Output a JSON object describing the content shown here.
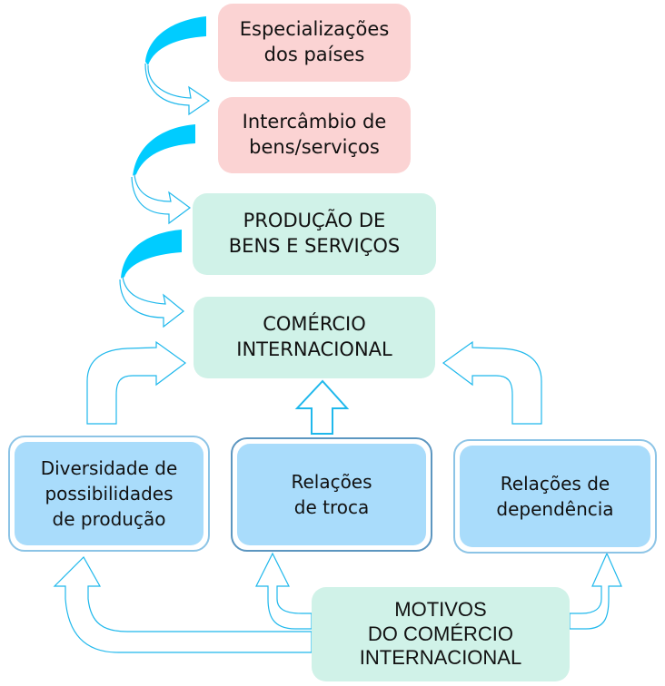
{
  "diagram": {
    "top_chain": [
      {
        "id": "especializacoes",
        "label": "Especializações\ndos países",
        "color": "#fbd3d3"
      },
      {
        "id": "intercambio",
        "label": "Intercâmbio de\nbens/serviços",
        "color": "#fbd3d3"
      },
      {
        "id": "producao",
        "label": "PRODUÇÃO DE\nBENS E SERVIÇOS",
        "color": "#d0f2e8"
      },
      {
        "id": "comercio",
        "label": "COMÉRCIO\nINTERNACIONAL",
        "color": "#d0f2e8"
      }
    ],
    "factors": [
      {
        "id": "diversidade",
        "label": "Diversidade de\npossibilidades\nde produção",
        "color": "#a9dcfb"
      },
      {
        "id": "troca",
        "label": "Relações\nde troca",
        "color": "#a9dcfb"
      },
      {
        "id": "dependencia",
        "label": "Relações de\ndependência",
        "color": "#a9dcfb"
      }
    ],
    "source": {
      "id": "motivos",
      "label": "MOTIVOS\nDO COMÉRCIO\nINTERNACIONAL",
      "color": "#d0f2e8"
    },
    "arrow_color": "#1fb8ec",
    "arrow_fill": "#00ccff"
  }
}
